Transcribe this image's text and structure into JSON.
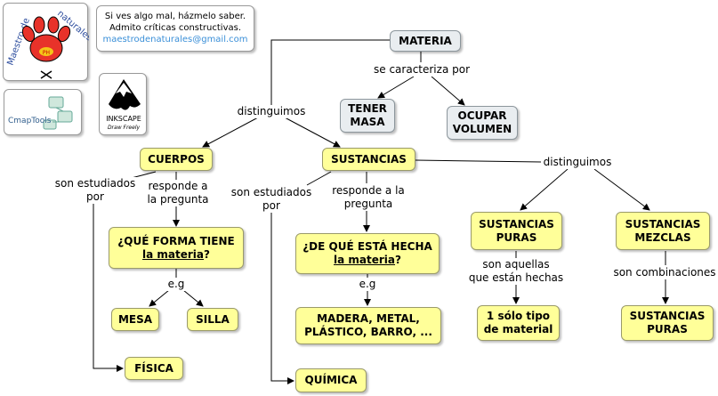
{
  "logo": {
    "text": "Maestro de naturales",
    "text_top": "Maestro de",
    "text_side": "naturales",
    "badge": "PH"
  },
  "cmap_logo": {
    "label": "CmapTools"
  },
  "inkscape_logo": {
    "label": "INKSCAPE",
    "tagline": "Draw Freely"
  },
  "note": {
    "line1": "Si ves algo mal, házmelo saber.",
    "line2": "Admito críticas constructivas.",
    "email": "maestrodenaturales@gmail.com"
  },
  "nodes": {
    "materia": "MATERIA",
    "tener_masa_1": "TENER",
    "tener_masa_2": "MASA",
    "ocupar_volumen_1": "OCUPAR",
    "ocupar_volumen_2": "VOLUMEN",
    "cuerpos": "CUERPOS",
    "sustancias": "SUSTANCIAS",
    "q_forma_1": "¿QUÉ FORMA TIENE",
    "q_forma_2_u": "la materia",
    "q_forma_2_rest": "?",
    "q_hecha_1": "¿DE QUÉ ESTÁ HECHA",
    "q_hecha_2_u": "la materia",
    "q_hecha_2_rest": "?",
    "mesa": "MESA",
    "silla": "SILLA",
    "materiales_1": "MADERA, METAL,",
    "materiales_2": "PLÁSTICO, BARRO, ...",
    "fisica": "FÍSICA",
    "quimica": "QUÍMICA",
    "sust_puras_1": "SUSTANCIAS",
    "sust_puras_2": "PURAS",
    "sust_mezclas_1": "SUSTANCIAS",
    "sust_mezclas_2": "MEZCLAS",
    "un_solo_1": "1 sólo tipo",
    "un_solo_2": "de material",
    "sust_puras_b_1": "SUSTANCIAS",
    "sust_puras_b_2": "PURAS"
  },
  "links": {
    "se_caracteriza": "se caracteriza por",
    "distinguimos_1": "distinguimos",
    "distinguimos_2": "distinguimos",
    "estudiados_1_a": "son estudiados",
    "estudiados_1_b": "por",
    "estudiados_2_a": "son estudiados",
    "estudiados_2_b": "por",
    "responde_1_a": "responde a",
    "responde_1_b": "la pregunta",
    "responde_2_a": "responde a la",
    "responde_2_b": "pregunta",
    "eg_1": "e.g",
    "eg_2": "e.g",
    "aquellas_a": "son aquellas",
    "aquellas_b": "que están hechas",
    "combinaciones": "son combinaciones"
  },
  "colors": {
    "concept_fill": "#ffff99",
    "grey_fill": "#e9edf0",
    "email": "#3a8fd8",
    "paw_red": "#e8322a"
  }
}
